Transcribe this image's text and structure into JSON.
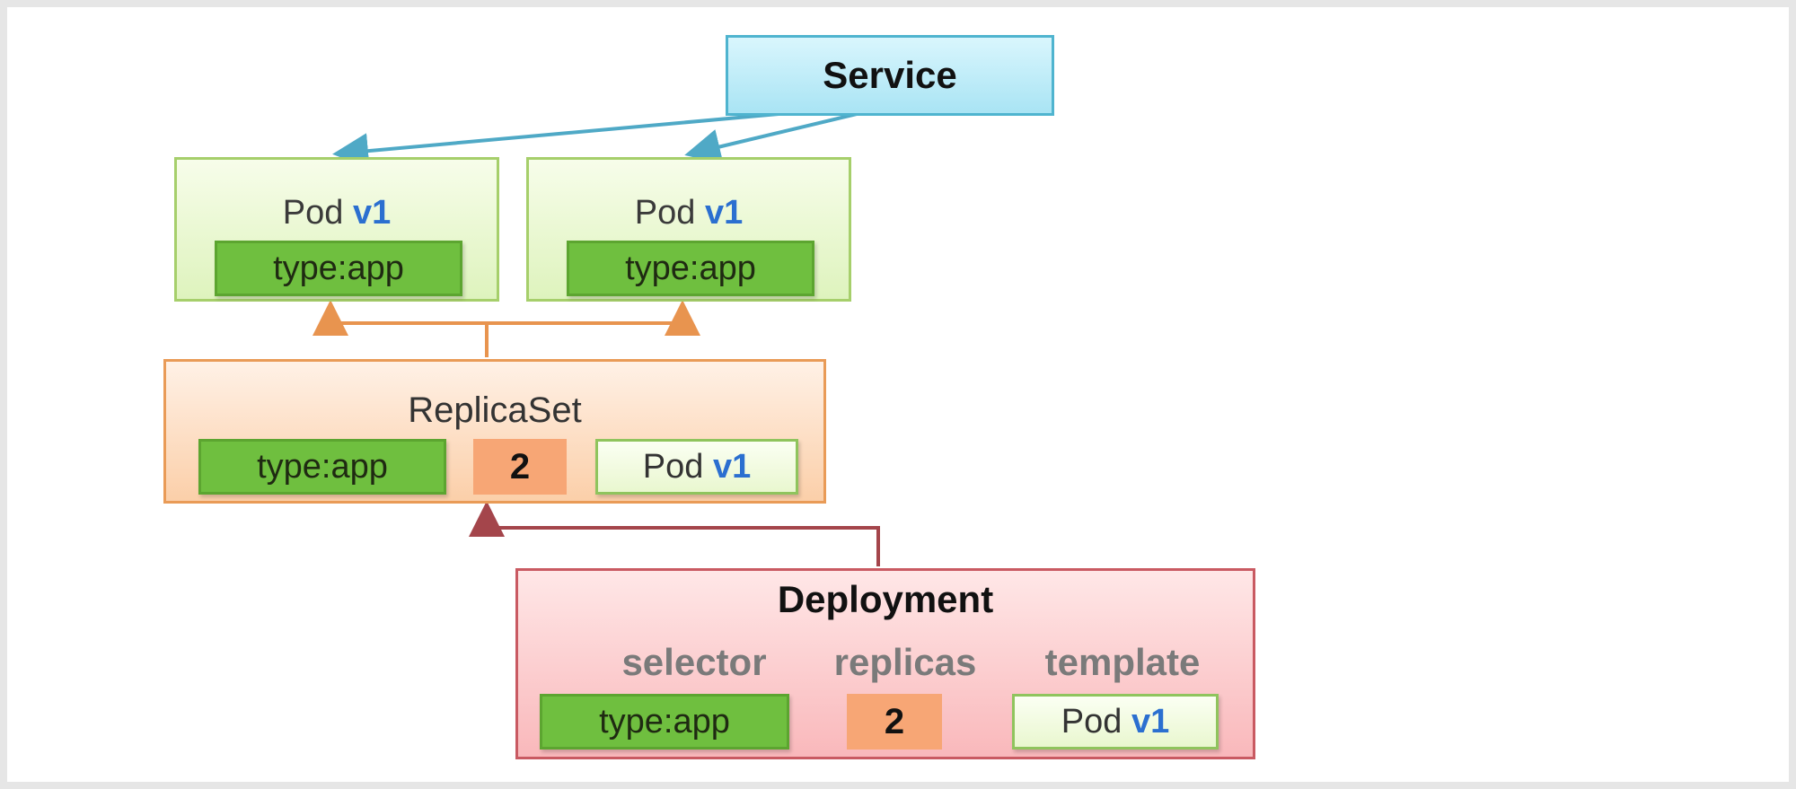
{
  "service": {
    "label": "Service"
  },
  "pods": [
    {
      "name": "Pod",
      "version": "v1",
      "label": "type:app"
    },
    {
      "name": "Pod",
      "version": "v1",
      "label": "type:app"
    }
  ],
  "replicaset": {
    "title": "ReplicaSet",
    "selector": "type:app",
    "replicas": "2",
    "template": {
      "name": "Pod",
      "version": "v1"
    }
  },
  "deployment": {
    "title": "Deployment",
    "selector_label": "selector",
    "replicas_label": "replicas",
    "template_label": "template",
    "selector": "type:app",
    "replicas": "2",
    "template": {
      "name": "Pod",
      "version": "v1"
    }
  },
  "colors": {
    "service_arrow": "#4fa9c6",
    "replicaset_arrow": "#e8944f",
    "deployment_arrow": "#a4454b"
  }
}
